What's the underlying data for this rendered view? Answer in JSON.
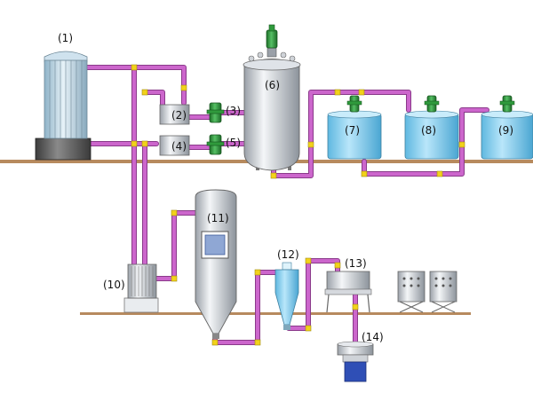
{
  "labels": {
    "l1": "(1)",
    "l2": "(2)",
    "l3": "(3)",
    "l4": "(4)",
    "l5": "(5)",
    "l6": "(6)",
    "l7": "(7)",
    "l8": "(8)",
    "l9": "(9)",
    "l10": "(10)",
    "l11": "(11)",
    "l12": "(12)",
    "l13": "(13)",
    "l14": "(14)"
  },
  "colors": {
    "pipe": "#cc66cc",
    "pipe_dark": "#8a3a8a",
    "joint": "#f2d21b",
    "floor": "#b78a5e",
    "tank_blue": "#8fd3f2",
    "steel": "#d6d9de",
    "motor_green": "#2f9a3c"
  }
}
